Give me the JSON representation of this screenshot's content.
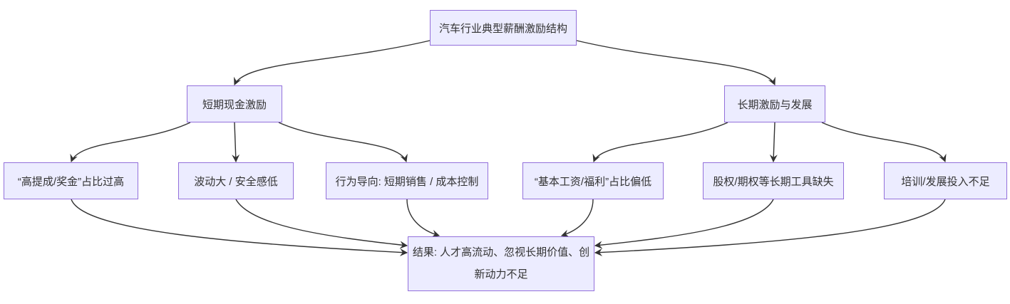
{
  "diagram": {
    "type": "flowchart",
    "direction": "top-down"
  },
  "colors": {
    "background": "#ffffff",
    "node_fill": "#ECECFF",
    "node_border": "#9370DB",
    "edge": "#333333",
    "text": "#333333"
  },
  "nodes": {
    "root": {
      "label": "汽车行业典型薪酬激励结构"
    },
    "short_term": {
      "label": "短期现金激励"
    },
    "long_term": {
      "label": "长期激励与发展"
    },
    "high_commission": {
      "label": "“高提成/奖金”占比过高"
    },
    "volatility": {
      "label": "波动大 / 安全感低"
    },
    "behavior": {
      "label": "行为导向: 短期销售 / 成本控制"
    },
    "base_pay": {
      "label": "“基本工资/福利”占比偏低"
    },
    "equity": {
      "label": "股权/期权等长期工具缺失"
    },
    "training": {
      "label": "培训/发展投入不足"
    },
    "result": {
      "label": "结果: 人才高流动、忽视长期价值、创新动力不足",
      "line1": "结果: 人才高流动、忽视长期价值、创",
      "line2": "新动力不足"
    }
  },
  "edges": [
    {
      "from": "root",
      "to": "short_term"
    },
    {
      "from": "root",
      "to": "long_term"
    },
    {
      "from": "short_term",
      "to": "high_commission"
    },
    {
      "from": "short_term",
      "to": "volatility"
    },
    {
      "from": "short_term",
      "to": "behavior"
    },
    {
      "from": "long_term",
      "to": "base_pay"
    },
    {
      "from": "long_term",
      "to": "equity"
    },
    {
      "from": "long_term",
      "to": "training"
    },
    {
      "from": "high_commission",
      "to": "result"
    },
    {
      "from": "volatility",
      "to": "result"
    },
    {
      "from": "behavior",
      "to": "result"
    },
    {
      "from": "base_pay",
      "to": "result"
    },
    {
      "from": "equity",
      "to": "result"
    },
    {
      "from": "training",
      "to": "result"
    }
  ]
}
